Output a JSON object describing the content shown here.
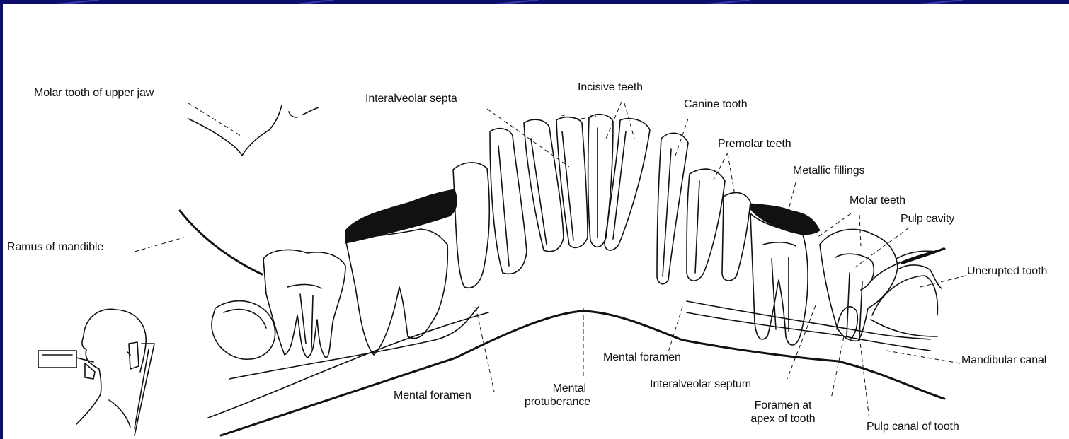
{
  "colors": {
    "frame": "#0d0d6b",
    "frame_streak": "#3a3ab0",
    "page": "#ffffff",
    "ink": "#111111"
  },
  "labels": {
    "molar_upper": "Molar tooth of upper jaw",
    "interalveolar_septa": "Interalveolar septa",
    "incisive_teeth": "Incisive teeth",
    "canine_tooth": "Canine tooth",
    "premolar_teeth": "Premolar teeth",
    "metallic_fillings": "Metallic fillings",
    "molar_teeth": "Molar teeth",
    "pulp_cavity": "Pulp cavity",
    "ramus": "Ramus of mandible",
    "unerupted": "Unerupted tooth",
    "mandibular_canal": "Mandibular canal",
    "mental_foramen_left": "Mental foramen",
    "mental_protuberance_1": "Mental",
    "mental_protuberance_2": "protuberance",
    "mental_foramen_right": "Mental foramen",
    "interalveolar_septum": "Interalveolar septum",
    "foramen_apex_1": "Foramen at",
    "foramen_apex_2": "apex of tooth",
    "pulp_canal": "Pulp canal of tooth"
  }
}
